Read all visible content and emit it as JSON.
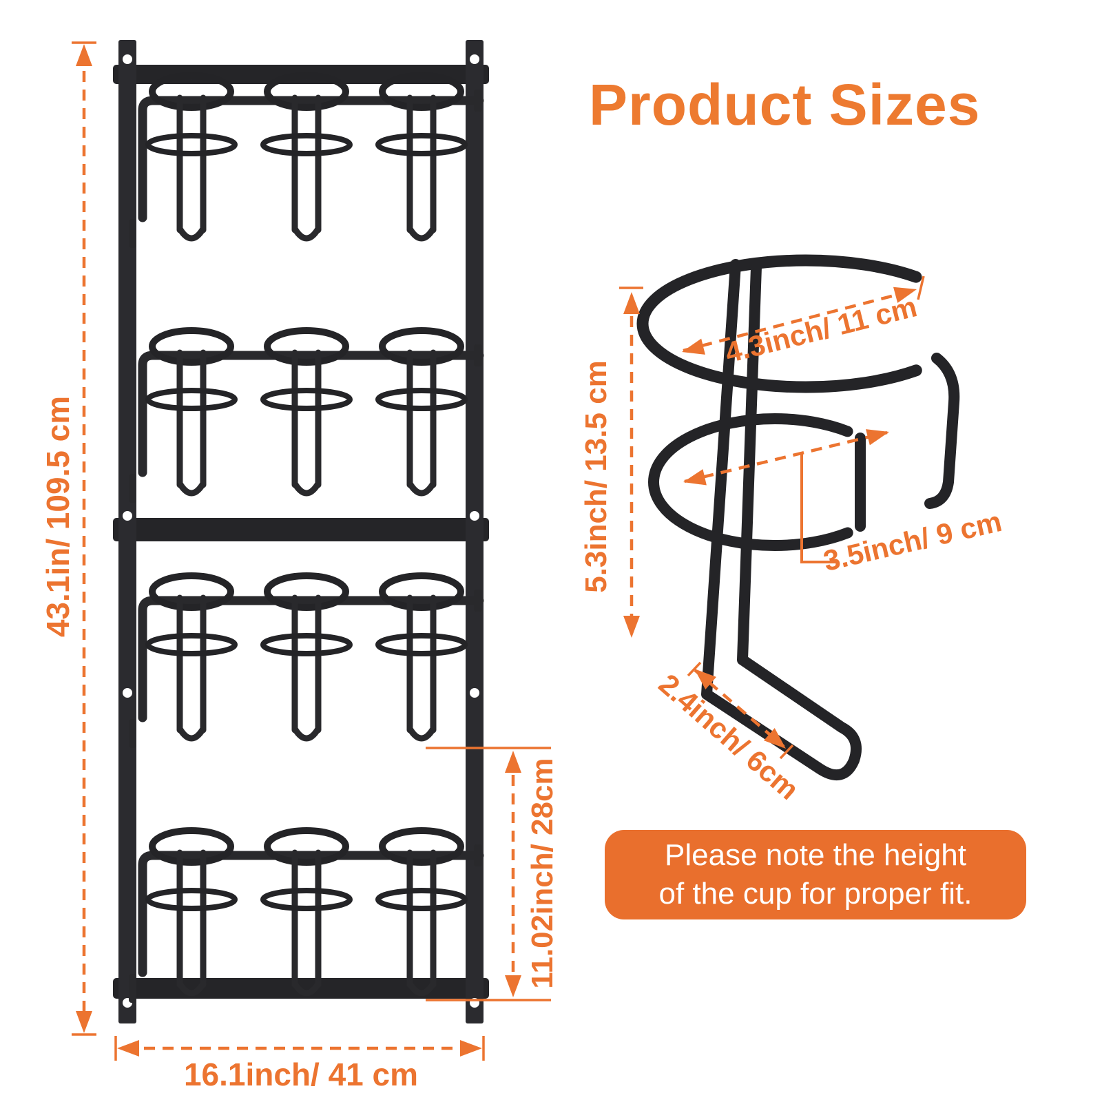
{
  "title": "Product Sizes",
  "colors": {
    "accent_orange": "#EC7430",
    "note_box_orange": "#E96F2D",
    "metal_black": "#29292C"
  },
  "rack_dimensions": {
    "height_label": "43.1in/ 109.5 cm",
    "width_label": "16.1inch/ 41 cm",
    "tier_gap_label": "11.02inch/ 28cm"
  },
  "holder_dimensions": {
    "top_ring_label": "4.3inch/ 11 cm",
    "height_label": "5.3inch/ 13.5 cm",
    "bottom_ring_label": "3.5inch/ 9 cm",
    "hook_label": "2.4inch/ 6cm"
  },
  "note": {
    "line1": "Please note the height",
    "line2": "of the cup for proper fit."
  }
}
